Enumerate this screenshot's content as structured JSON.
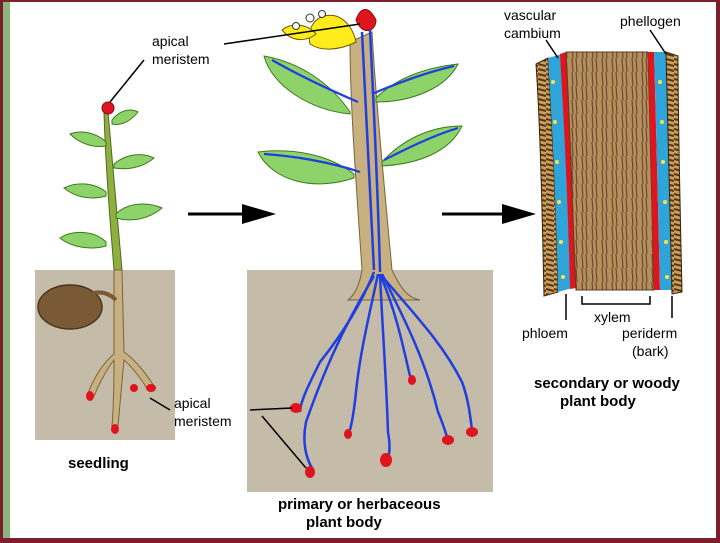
{
  "labels": {
    "apical_meristem_top_1": "apical",
    "apical_meristem_top_2": "meristem",
    "apical_meristem_root_1": "apical",
    "apical_meristem_root_2": "meristem",
    "seedling": "seedling",
    "primary_1": "primary or herbaceous",
    "primary_2": "plant body",
    "vascular_1": "vascular",
    "vascular_2": "cambium",
    "phellogen": "phellogen",
    "xylem": "xylem",
    "phloem": "phloem",
    "periderm": "periderm",
    "bark": "(bark)",
    "secondary_1": "secondary or woody",
    "secondary_2": "plant body"
  },
  "colors": {
    "frame": "#7a1f2b",
    "soil": "#c5bba9",
    "stem_green": "#8fb040",
    "stem_tan": "#c8b080",
    "leaf": "#8ed36a",
    "vein": "#1f3fe0",
    "tip": "#e0141e",
    "flower": "#ffec1a",
    "cambium": "#2fa4d8",
    "wood": "#b08a58"
  }
}
